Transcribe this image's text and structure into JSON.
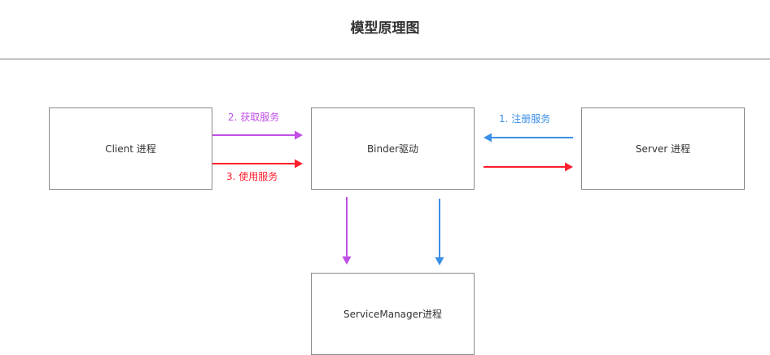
{
  "diagram": {
    "title": "模型原理图",
    "nodes": {
      "client": "Client 进程",
      "binder": "Binder驱动",
      "server": "Server 进程",
      "service_manager": "ServiceManager进程"
    },
    "edges": {
      "get_service": "2. 获取服务",
      "use_service": "3. 使用服务",
      "register_service": "1. 注册服务"
    },
    "colors": {
      "get_service": "#c04ee6",
      "use_service": "#ff1f2d",
      "register_service": "#3b8fe6",
      "box_border": "#8a8a8a",
      "title_rule": "#7a7a7a"
    }
  }
}
